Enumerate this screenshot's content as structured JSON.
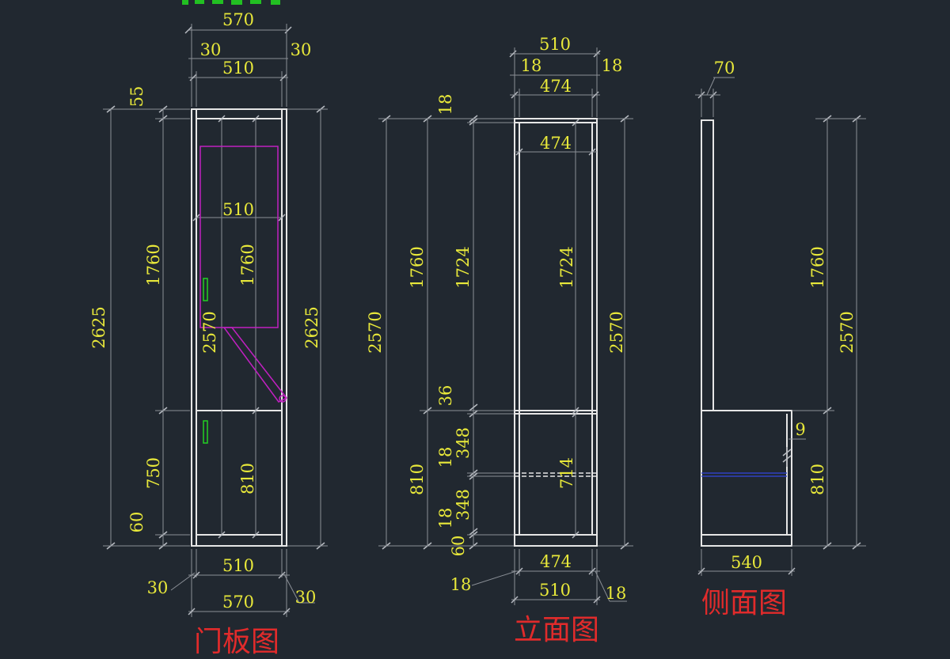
{
  "colors": {
    "background": "#212830",
    "outline": "#e6e6e6",
    "dimension_text": "#e8e83a",
    "title_text": "#e12b2b",
    "door_outline": "#c020c0",
    "handle": "#22d022",
    "shelf": "#3040c0",
    "top_label_partial": "#22c022"
  },
  "views": {
    "door": {
      "title": "门板图",
      "dims": {
        "top_570": "570",
        "top_30_left": "30",
        "top_30_right": "30",
        "top_510": "510",
        "left_55": "55",
        "left_1760": "1760",
        "left_2625": "2625",
        "left_750": "750",
        "left_60": "60",
        "inner_510": "510",
        "inner_1760": "1760",
        "inner_2570": "2570",
        "inner_810": "810",
        "right_2625": "2625",
        "bottom_510": "510",
        "bottom_570": "570",
        "bottom_30_left": "30",
        "bottom_30_right": "30"
      }
    },
    "elevation": {
      "title": "立面图",
      "dims": {
        "top_510": "510",
        "top_18_left": "18",
        "top_18_right": "18",
        "top_474": "474",
        "inner_474": "474",
        "left_18": "18",
        "left_2570": "2570",
        "left_1760": "1760",
        "left_1724": "1724",
        "left_36": "36",
        "left_348_a": "348",
        "left_18_a": "18",
        "left_810": "810",
        "left_348_b": "348",
        "left_18_b": "18",
        "left_60": "60",
        "inner_1724": "1724",
        "inner_714": "714",
        "right_2570": "2570",
        "bottom_474": "474",
        "bottom_510": "510",
        "bottom_18_left": "18",
        "bottom_18_right": "18"
      }
    },
    "side": {
      "title": "侧面图",
      "dims": {
        "top_70": "70",
        "right_1760": "1760",
        "right_2570": "2570",
        "right_9": "9",
        "right_810": "810",
        "bottom_540": "540"
      }
    }
  }
}
